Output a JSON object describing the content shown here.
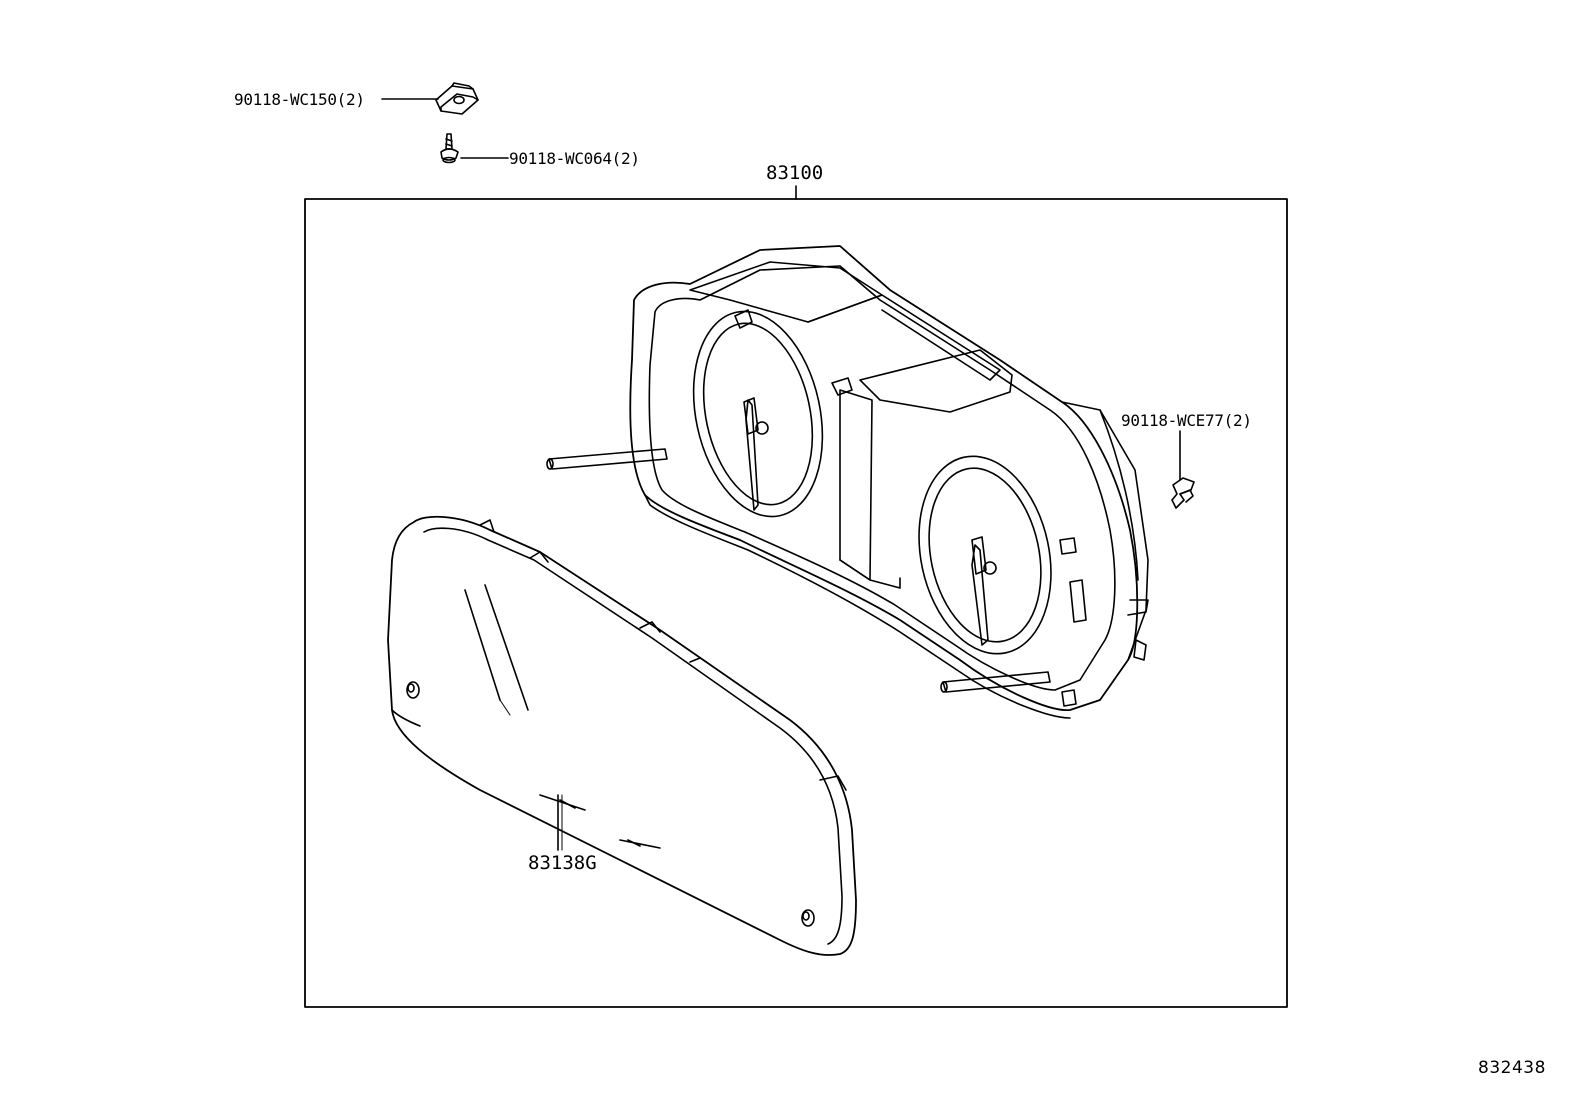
{
  "labels": {
    "clip_nut": "90118-WC150(2)",
    "screw": "90118-WC064(2)",
    "assembly": "83100",
    "side_clip": "90118-WCE77(2)",
    "glass": "83138G",
    "illustration_code": "832438"
  },
  "colors": {
    "line": "#000000",
    "background": "#ffffff"
  }
}
